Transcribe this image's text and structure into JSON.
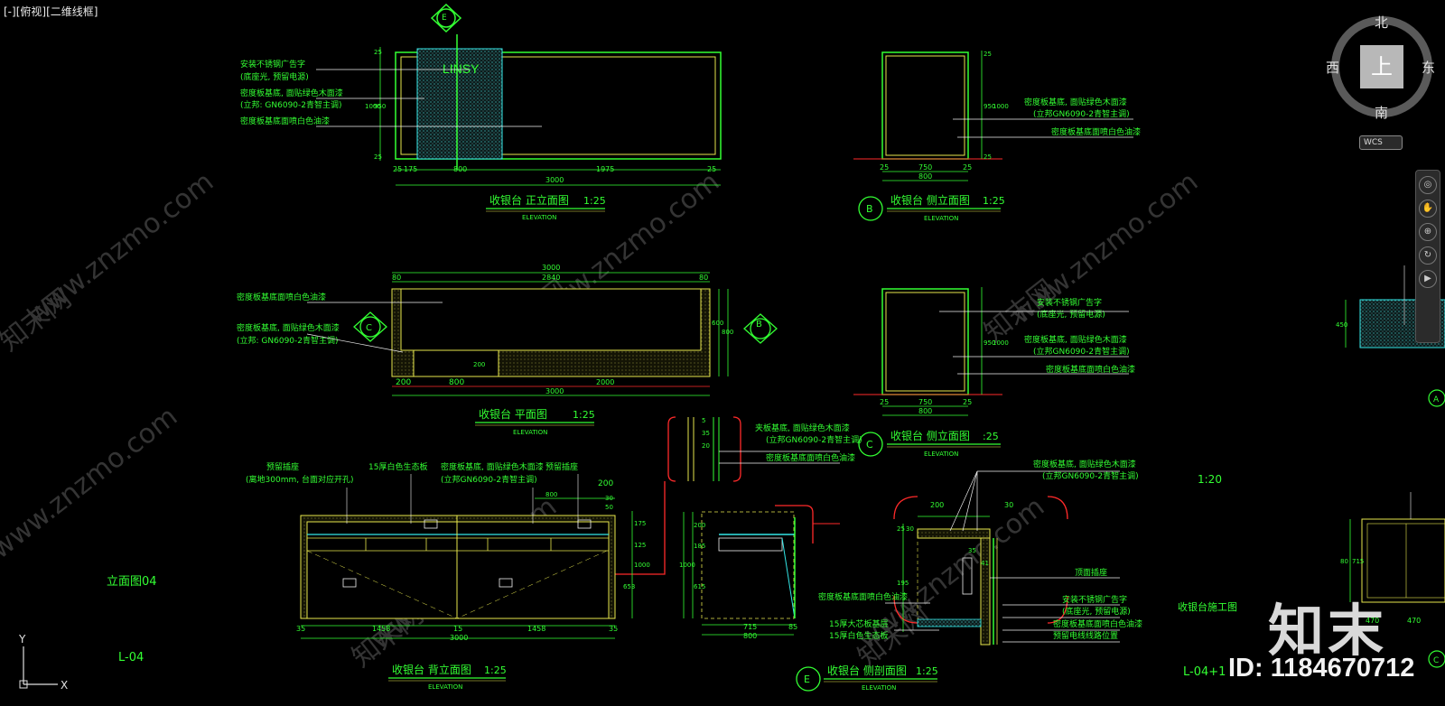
{
  "viewport": {
    "control": "[-]",
    "view": "[俯视]",
    "style": "[二维线框]"
  },
  "viewcube": {
    "top_face": "上",
    "north": "北",
    "south": "南",
    "east": "东",
    "west": "西",
    "wcs": "WCS"
  },
  "colors": {
    "green": "#33ff33",
    "yellow": "#e6e64d",
    "cyan": "#33e6e6",
    "red": "#ff2a2a",
    "white": "#f0f0f0"
  },
  "drawing": {
    "sheet_label": "立面图04",
    "sheet_no": "L-04",
    "sheet_no_right": "L-04+1",
    "right_scale": "1:20",
    "right_title": "收银台施工图",
    "right_note_1": "夹板",
    "right_note_2": "(立",
    "front": {
      "title": "收银台 正立面图",
      "scale": "1:25",
      "sub": "ELEVATION",
      "logo": "LINSY",
      "marker": "E",
      "dims": [
        "25",
        "175",
        "800",
        "1975",
        "25"
      ],
      "total": "3000",
      "vdims": [
        "25",
        "1000",
        "950",
        "25"
      ],
      "notes": [
        "安装不锈钢广告字",
        "(底座光, 预留电源)",
        "密度板基底, 面贴绿色木面漆",
        "(立邦: GN6090-2青智主调)",
        "密度板基底面喷白色油漆"
      ]
    },
    "side_b": {
      "title": "收银台 侧立面图",
      "scale": "1:25",
      "sub": "ELEVATION",
      "marker": "B",
      "dims": [
        "25",
        "750",
        "25"
      ],
      "total": "800",
      "vdims": [
        "25",
        "1000",
        "950",
        "25"
      ],
      "notes": [
        "密度板基底, 面贴绿色木面漆",
        "(立邦GN6090-2青智主调)",
        "密度板基底面喷白色油漆"
      ]
    },
    "plan": {
      "title": "收银台 平面图",
      "scale": "1:25",
      "sub": "ELEVATION",
      "top_total": "3000",
      "inner": "2840",
      "left_off": "80",
      "right_off": "80",
      "dims": [
        "200",
        "800",
        "2000"
      ],
      "bottom_total": "3000",
      "vdims": [
        "600",
        "800",
        "200"
      ],
      "marker_c": "C",
      "marker_b": "B",
      "notes": [
        "密度板基底面喷白色油漆",
        "密度板基底, 面贴绿色木面漆",
        "(立邦: GN6090-2青智主调)"
      ]
    },
    "side_c": {
      "title": "收银台 侧立面图",
      "scale": ":25",
      "sub": "ELEVATION",
      "marker": "C",
      "dims": [
        "25",
        "750",
        "25"
      ],
      "total": "800",
      "vdims": [
        "950",
        "1000"
      ],
      "notes": [
        "安装不锈钢广告字",
        "(底座光, 预留电源)",
        "密度板基底, 面贴绿色木面漆",
        "(立邦GN6090-2青智主调)",
        "密度板基底面喷白色油漆"
      ]
    },
    "back": {
      "title": "收银台 背立面图",
      "scale": "1:25",
      "sub": "ELEVATION",
      "dims": [
        "35",
        "1458",
        "15",
        "1458",
        "35"
      ],
      "total": "3000",
      "top_dims": [
        "200",
        "800",
        "30",
        "50"
      ],
      "vdims": [
        "175",
        "125",
        "1000",
        "653"
      ],
      "notes": [
        "预留插座",
        "(离地300mm, 台面对应开孔)",
        "15厚白色生态板",
        "密度板基底, 面贴绿色木面漆",
        "(立邦GN6090-2青智主调)",
        "预留插座"
      ]
    },
    "detail": {
      "dims": [
        "5",
        "35",
        "20"
      ],
      "notes": [
        "夹板基底, 面贴绿色木面漆",
        "(立邦GN6090-2青智主调)",
        "密度板基底面喷白色油漆"
      ]
    },
    "section_mid": {
      "vdims": [
        "200",
        "185",
        "1000",
        "615"
      ],
      "dims": [
        "715",
        "85"
      ],
      "total": "800"
    },
    "section_e": {
      "title": "收银台 侧剖面图",
      "scale": "1:25",
      "sub": "ELEVATION",
      "marker": "E",
      "dims": [
        "200",
        "30"
      ],
      "vdims": [
        "25",
        "30",
        "195",
        "41",
        "35"
      ],
      "notes": [
        "密度板基底, 面贴绿色木面漆",
        "(立邦GN6090-2青智主调)",
        "密度板基底面喷白色油漆",
        "15厚大芯板基层",
        "15厚白色生态板",
        "顶面插座",
        "安装不锈钢广告字",
        "(底座光, 预留电源)",
        "密度板基底面喷白色油漆",
        "预留电线线路位置"
      ]
    },
    "right_dims": [
      "450",
      "80",
      "715",
      "470",
      "470"
    ],
    "markers_right": [
      "A",
      "C"
    ]
  },
  "ucs": {
    "x": "X",
    "y": "Y"
  },
  "watermark": {
    "site": "www.znzmo.com",
    "cn": "知末网",
    "logo": "知末",
    "id": "ID: 1184670712"
  }
}
